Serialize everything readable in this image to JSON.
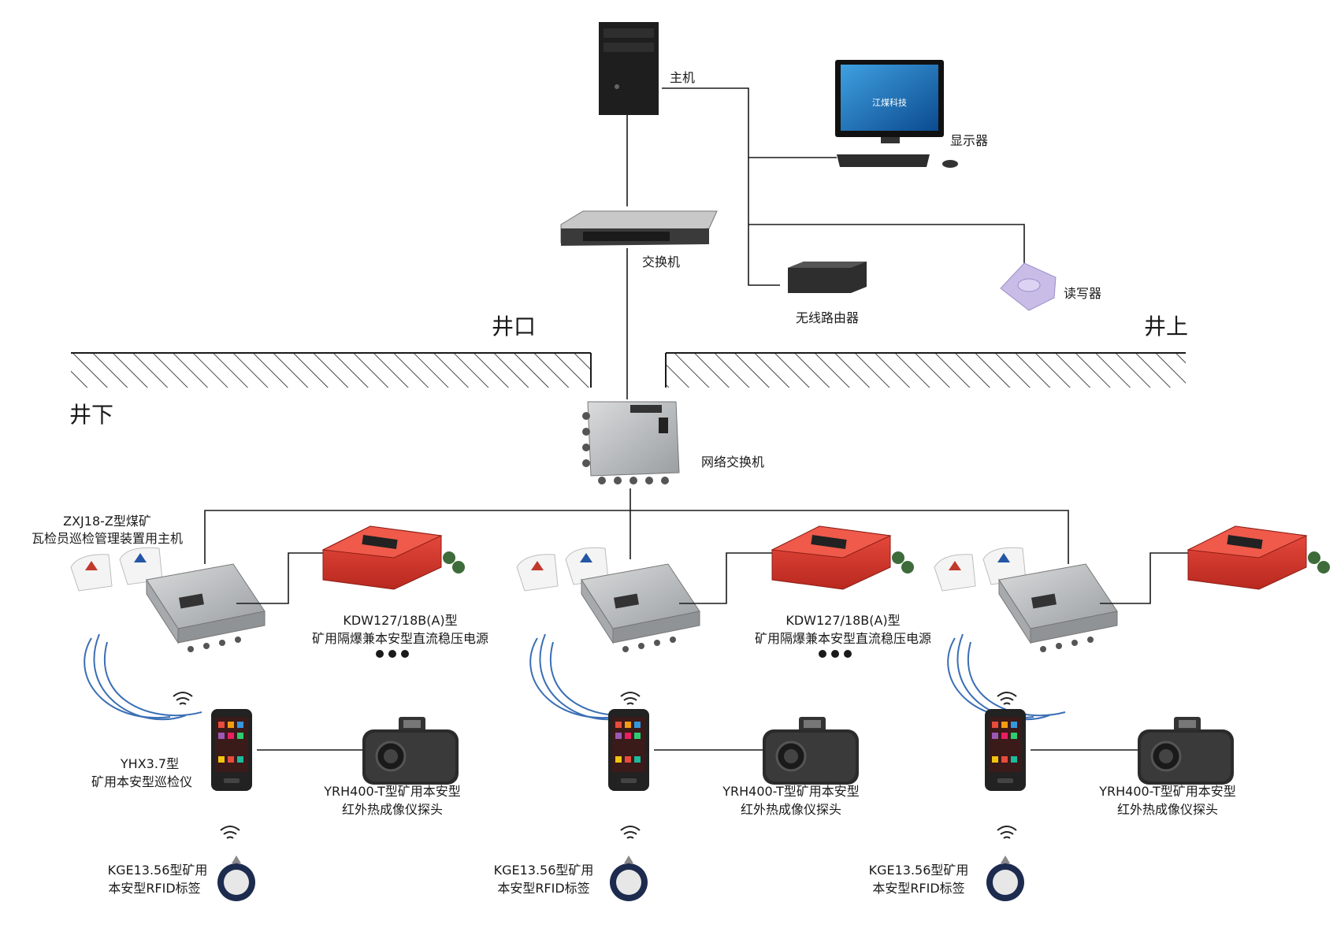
{
  "zones": {
    "wellhead": "井口",
    "surface": "井上",
    "underground": "井下"
  },
  "surface_devices": {
    "host": "主机",
    "monitor": "显示器",
    "switch": "交换机",
    "router": "无线路由器",
    "reader": "读写器"
  },
  "underground_backbone": {
    "network_switch": "网络交换机"
  },
  "branch_devices": {
    "host_line1": "ZXJ18-Z型煤矿",
    "host_line2": "瓦检员巡检管理装置用主机",
    "power_line1": "KDW127/18B(A)型",
    "power_line2": "矿用隔爆兼本安型直流稳压电源",
    "inspector_line1": "YHX3.7型",
    "inspector_line2": "矿用本安型巡检仪",
    "camera_line1": "YRH400-T型矿用本安型",
    "camera_line2": "红外热成像仪探头",
    "tag_line1": "KGE13.56型矿用",
    "tag_line2": "本安型RFID标签"
  },
  "logo_text": "江煤科技",
  "colors": {
    "line": "#1a1a1a",
    "enclosure_red": "#d93a2f",
    "steel": "#b9bcbe",
    "cable_blue": "#3a6fb5",
    "phone_dark": "#222222"
  },
  "icons": [
    "computer-tower-icon",
    "monitor-icon",
    "keyboard-icon",
    "rack-switch-icon",
    "wifi-router-icon",
    "rfid-reader-icon",
    "flameproof-switch-icon",
    "steel-host-box-icon",
    "antenna-icon",
    "power-supply-icon",
    "handheld-inspector-icon",
    "thermal-camera-icon",
    "rfid-tag-icon",
    "wifi-signal-icon"
  ]
}
